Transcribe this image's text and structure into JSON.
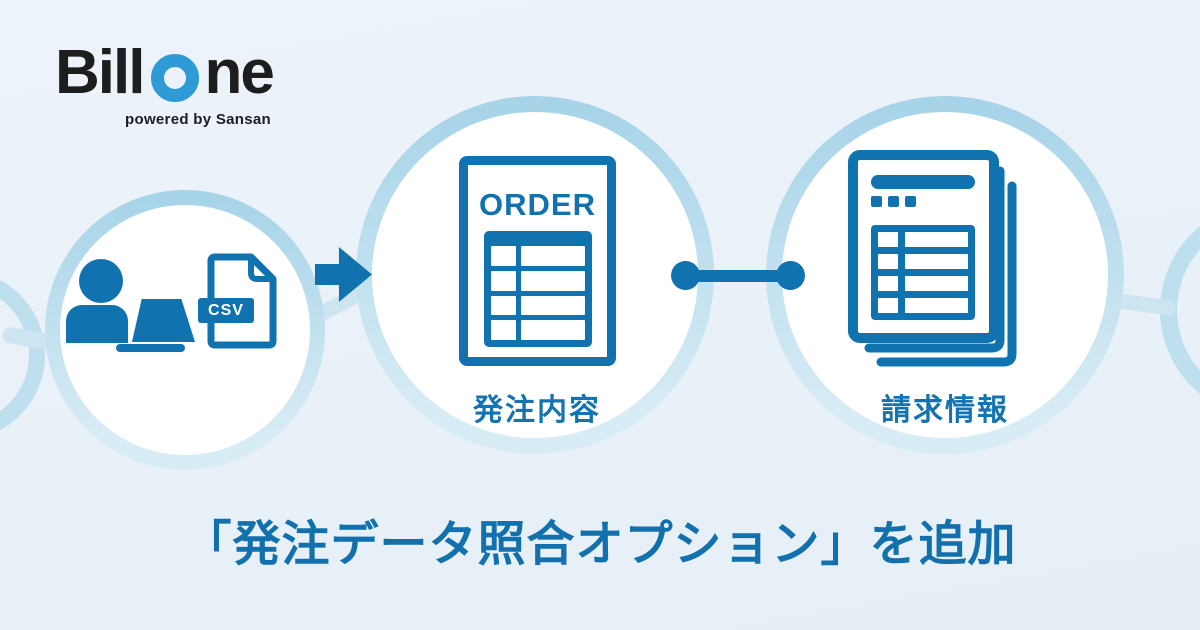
{
  "brand": {
    "logo_part1": "Bill",
    "logo_part2": "ne",
    "logo_full": "Bill One",
    "powered_by": "powered by Sansan"
  },
  "flow": {
    "csv_badge": "CSV",
    "order_doc_title": "ORDER",
    "order_label": "発注内容",
    "invoice_label": "請求情報"
  },
  "headline": {
    "text": "「発注データ照合オプション」を追加"
  },
  "icons": [
    "person-icon",
    "laptop-icon",
    "csv-file-icon",
    "arrow-right-icon",
    "order-document-icon",
    "link-connector-icon",
    "invoice-stack-icon",
    "logo-o-ring"
  ],
  "colors": {
    "primary_blue": "#1172b0",
    "logo_blue": "#2f9bd6",
    "heading_blue": "#1270ad",
    "ring_light_blue": "#bedfee",
    "band_light_blue": "#cde5f1",
    "background_light": "#eaf1f8",
    "logo_black": "#1d1d1d",
    "white": "#ffffff"
  }
}
